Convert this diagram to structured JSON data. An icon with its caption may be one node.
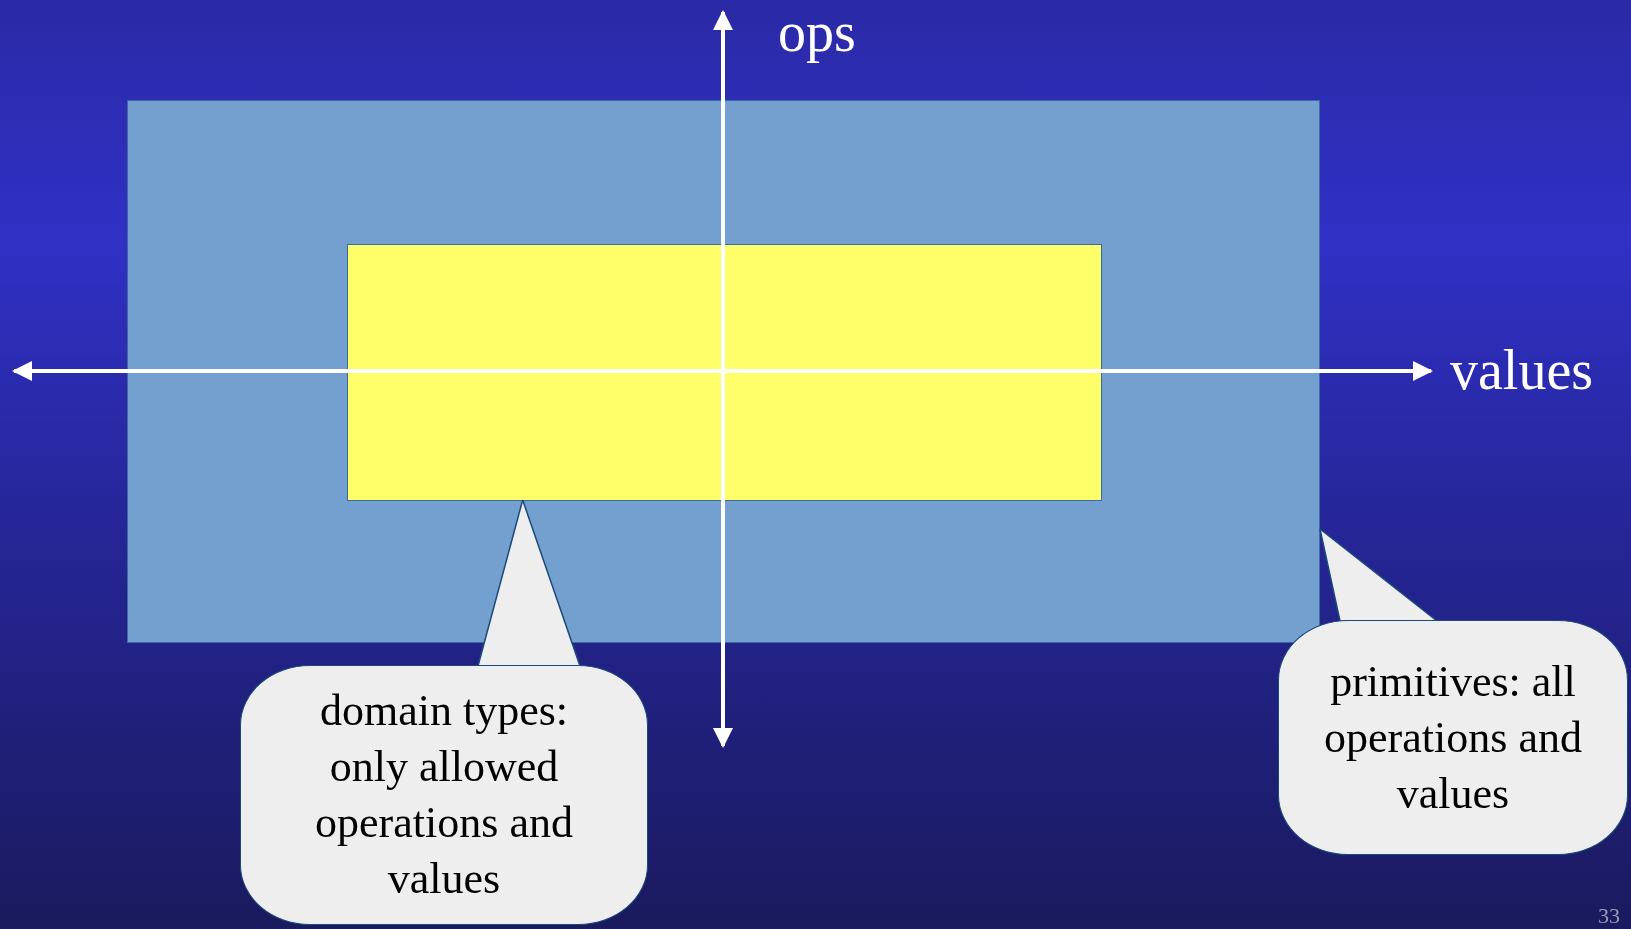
{
  "diagram": {
    "nodes": [
      {
        "text": [],
        "shape": "box"
      },
      {
        "text": [],
        "shape": "box",
        "in": 0
      },
      {
        "text": [
          "domain types: only allowed operations and values"
        ]
      },
      {
        "text": [
          "primitives: all operations and values"
        ]
      }
    ],
    "edges": [
      {
        "from": 2,
        "to": 1,
        "arrow": "none"
      },
      {
        "from": 3,
        "to": 0,
        "arrow": "none"
      }
    ],
    "labels": [
      "ops",
      "values",
      "33"
    ]
  }
}
